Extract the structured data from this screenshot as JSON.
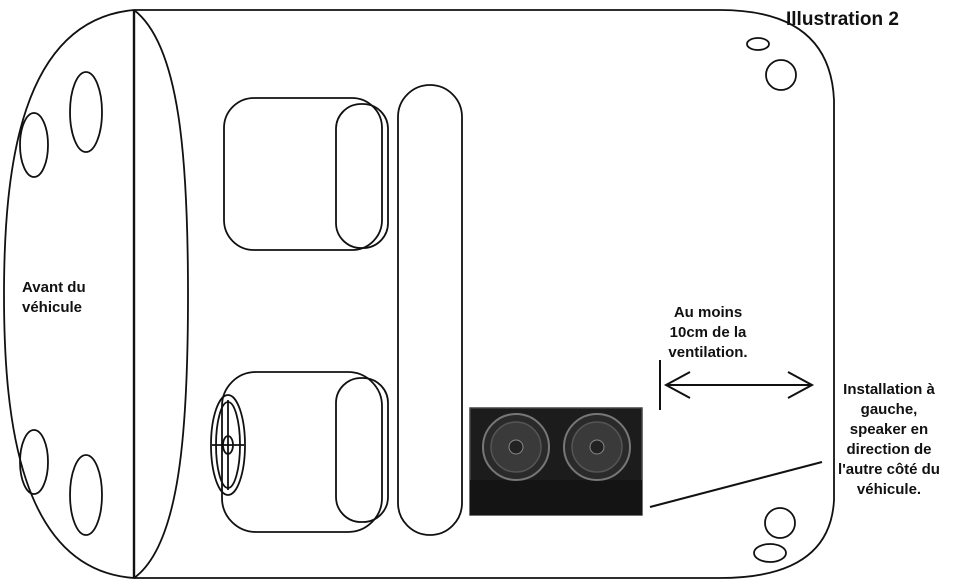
{
  "title": "Illustration 2",
  "front_label": [
    "Avant du",
    "véhicule"
  ],
  "clearance_label": [
    "Au moins",
    "10cm de la",
    "ventilation."
  ],
  "install_label": [
    "Installation à",
    "gauche,",
    "speaker en",
    "direction de",
    "l'autre côté du",
    "véhicule."
  ],
  "colors": {
    "line": "#111111",
    "enclosure": "#1c1c1c",
    "enclosure_edge": "#444444",
    "cone": "#3a3a3a"
  }
}
